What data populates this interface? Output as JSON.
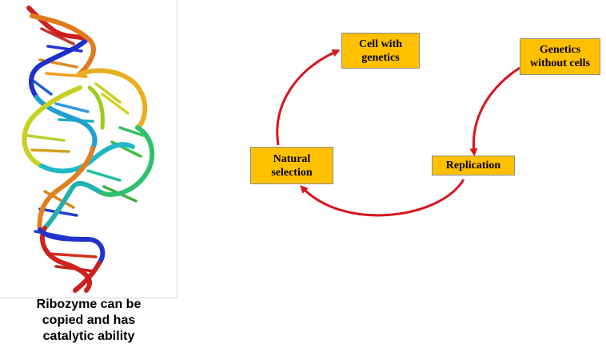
{
  "caption": {
    "line1": "Ribozyme can be",
    "line2": "copied and has",
    "line3": "catalytic ability"
  },
  "cycle": {
    "nodes": {
      "cell_with_genetics": {
        "line1": "Cell with",
        "line2": "genetics"
      },
      "genetics_without_cells": {
        "line1": "Genetics",
        "line2": "without cells"
      },
      "natural_selection": {
        "line1": "Natural",
        "line2": "selection"
      },
      "replication": {
        "line1": "Replication"
      }
    },
    "box_color": "#ffc000",
    "arrow_color": "#d9141b"
  }
}
